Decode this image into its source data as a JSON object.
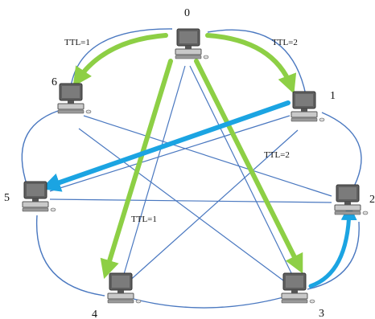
{
  "nodes": [
    {
      "id": "0",
      "label": "0"
    },
    {
      "id": "1",
      "label": "1"
    },
    {
      "id": "2",
      "label": "2"
    },
    {
      "id": "3",
      "label": "3"
    },
    {
      "id": "4",
      "label": "4"
    },
    {
      "id": "5",
      "label": "5"
    },
    {
      "id": "6",
      "label": "6"
    }
  ],
  "ttl_labels": {
    "top_left": "TTL=1",
    "top_right": "TTL=2",
    "middle_right": "TTL=2",
    "lower_middle": "TTL=1"
  },
  "edges_blue_ring": [
    [
      "0",
      "1"
    ],
    [
      "1",
      "2"
    ],
    [
      "2",
      "3"
    ],
    [
      "3",
      "4"
    ],
    [
      "4",
      "5"
    ],
    [
      "5",
      "6"
    ],
    [
      "6",
      "0"
    ]
  ],
  "edges_blue_cross": [
    [
      "0",
      "3"
    ],
    [
      "0",
      "4"
    ],
    [
      "1",
      "4"
    ],
    [
      "1",
      "5"
    ],
    [
      "2",
      "5"
    ],
    [
      "2",
      "6"
    ],
    [
      "3",
      "6"
    ]
  ],
  "flood_arrows_green": [
    [
      "0",
      "6"
    ],
    [
      "0",
      "1"
    ],
    [
      "0",
      "3"
    ],
    [
      "0",
      "4"
    ]
  ],
  "flood_arrows_cyan": [
    [
      "1",
      "5"
    ],
    [
      "3",
      "2"
    ]
  ],
  "colors": {
    "link": "#4a78c0",
    "flood_green": "#8dcf45",
    "flood_cyan": "#1ba4e2",
    "computer_dark": "#5f5f5f",
    "computer_light": "#c9c9c9"
  }
}
